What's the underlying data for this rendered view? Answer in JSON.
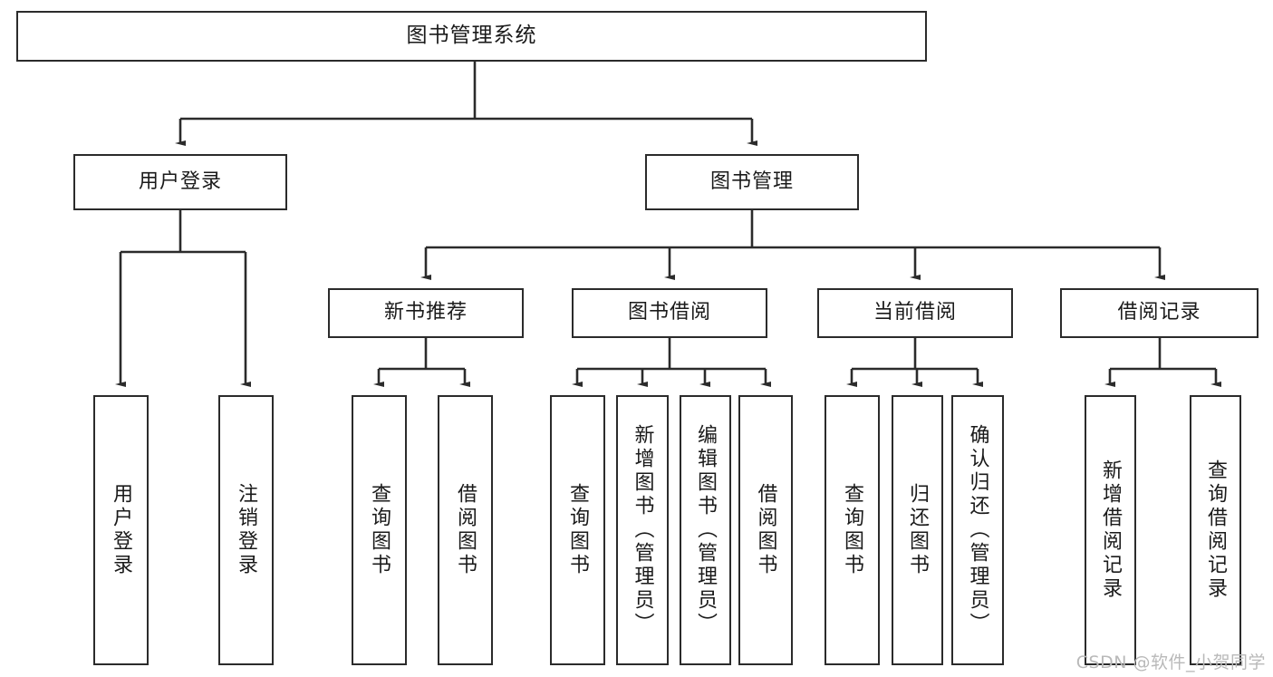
{
  "diagram": {
    "type": "tree-hierarchy-chart",
    "title": "图书管理系统",
    "line_color": "#2b2b2b",
    "box_fill": "#ffffff",
    "text_color": "#1a1a1a",
    "watermark": "CSDN @软件_小贺同学"
  },
  "nodes": {
    "root": {
      "label": "图书管理系统"
    },
    "level2": [
      {
        "id": "user-login",
        "label": "用户登录"
      },
      {
        "id": "book-manage",
        "label": "图书管理"
      }
    ],
    "level3": [
      {
        "id": "new-book-recommend",
        "label": "新书推荐"
      },
      {
        "id": "book-borrow",
        "label": "图书借阅"
      },
      {
        "id": "current-borrow",
        "label": "当前借阅"
      },
      {
        "id": "borrow-record",
        "label": "借阅记录"
      }
    ],
    "leaves": {
      "user_login": [
        {
          "id": "leaf-user-login",
          "label": "用户登录"
        },
        {
          "id": "leaf-logout-login",
          "label": "注销登录"
        }
      ],
      "new_book_recommend": [
        {
          "id": "leaf-query-book-1",
          "label": "查询图书"
        },
        {
          "id": "leaf-borrow-book-1",
          "label": "借阅图书"
        }
      ],
      "book_borrow": [
        {
          "id": "leaf-query-book-2",
          "label": "查询图书"
        },
        {
          "id": "leaf-add-book",
          "label": "新增图书（管理员）"
        },
        {
          "id": "leaf-edit-book",
          "label": "编辑图书（管理员）"
        },
        {
          "id": "leaf-borrow-book-2",
          "label": "借阅图书"
        }
      ],
      "current_borrow": [
        {
          "id": "leaf-query-book-3",
          "label": "查询图书"
        },
        {
          "id": "leaf-return-book",
          "label": "归还图书"
        },
        {
          "id": "leaf-confirm-return",
          "label": "确认归还（管理员）"
        }
      ],
      "borrow_record": [
        {
          "id": "leaf-add-record",
          "label": "新增借阅记录"
        },
        {
          "id": "leaf-query-record",
          "label": "查询借阅记录"
        }
      ]
    }
  }
}
